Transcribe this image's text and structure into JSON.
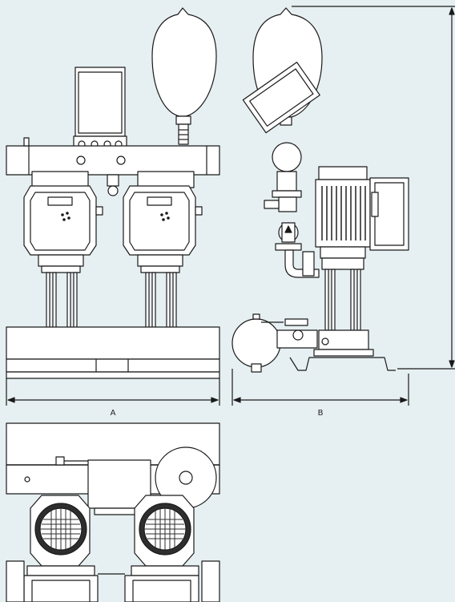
{
  "drawing": {
    "dimensions": {
      "a_label": "A",
      "b_label": "B"
    },
    "colors": {
      "background": "#e6eff1",
      "line": "#1a1a1a",
      "fill": "#ffffff",
      "dark": "#2e2e2e"
    },
    "views": [
      "front-view",
      "side-view",
      "top-view"
    ]
  }
}
